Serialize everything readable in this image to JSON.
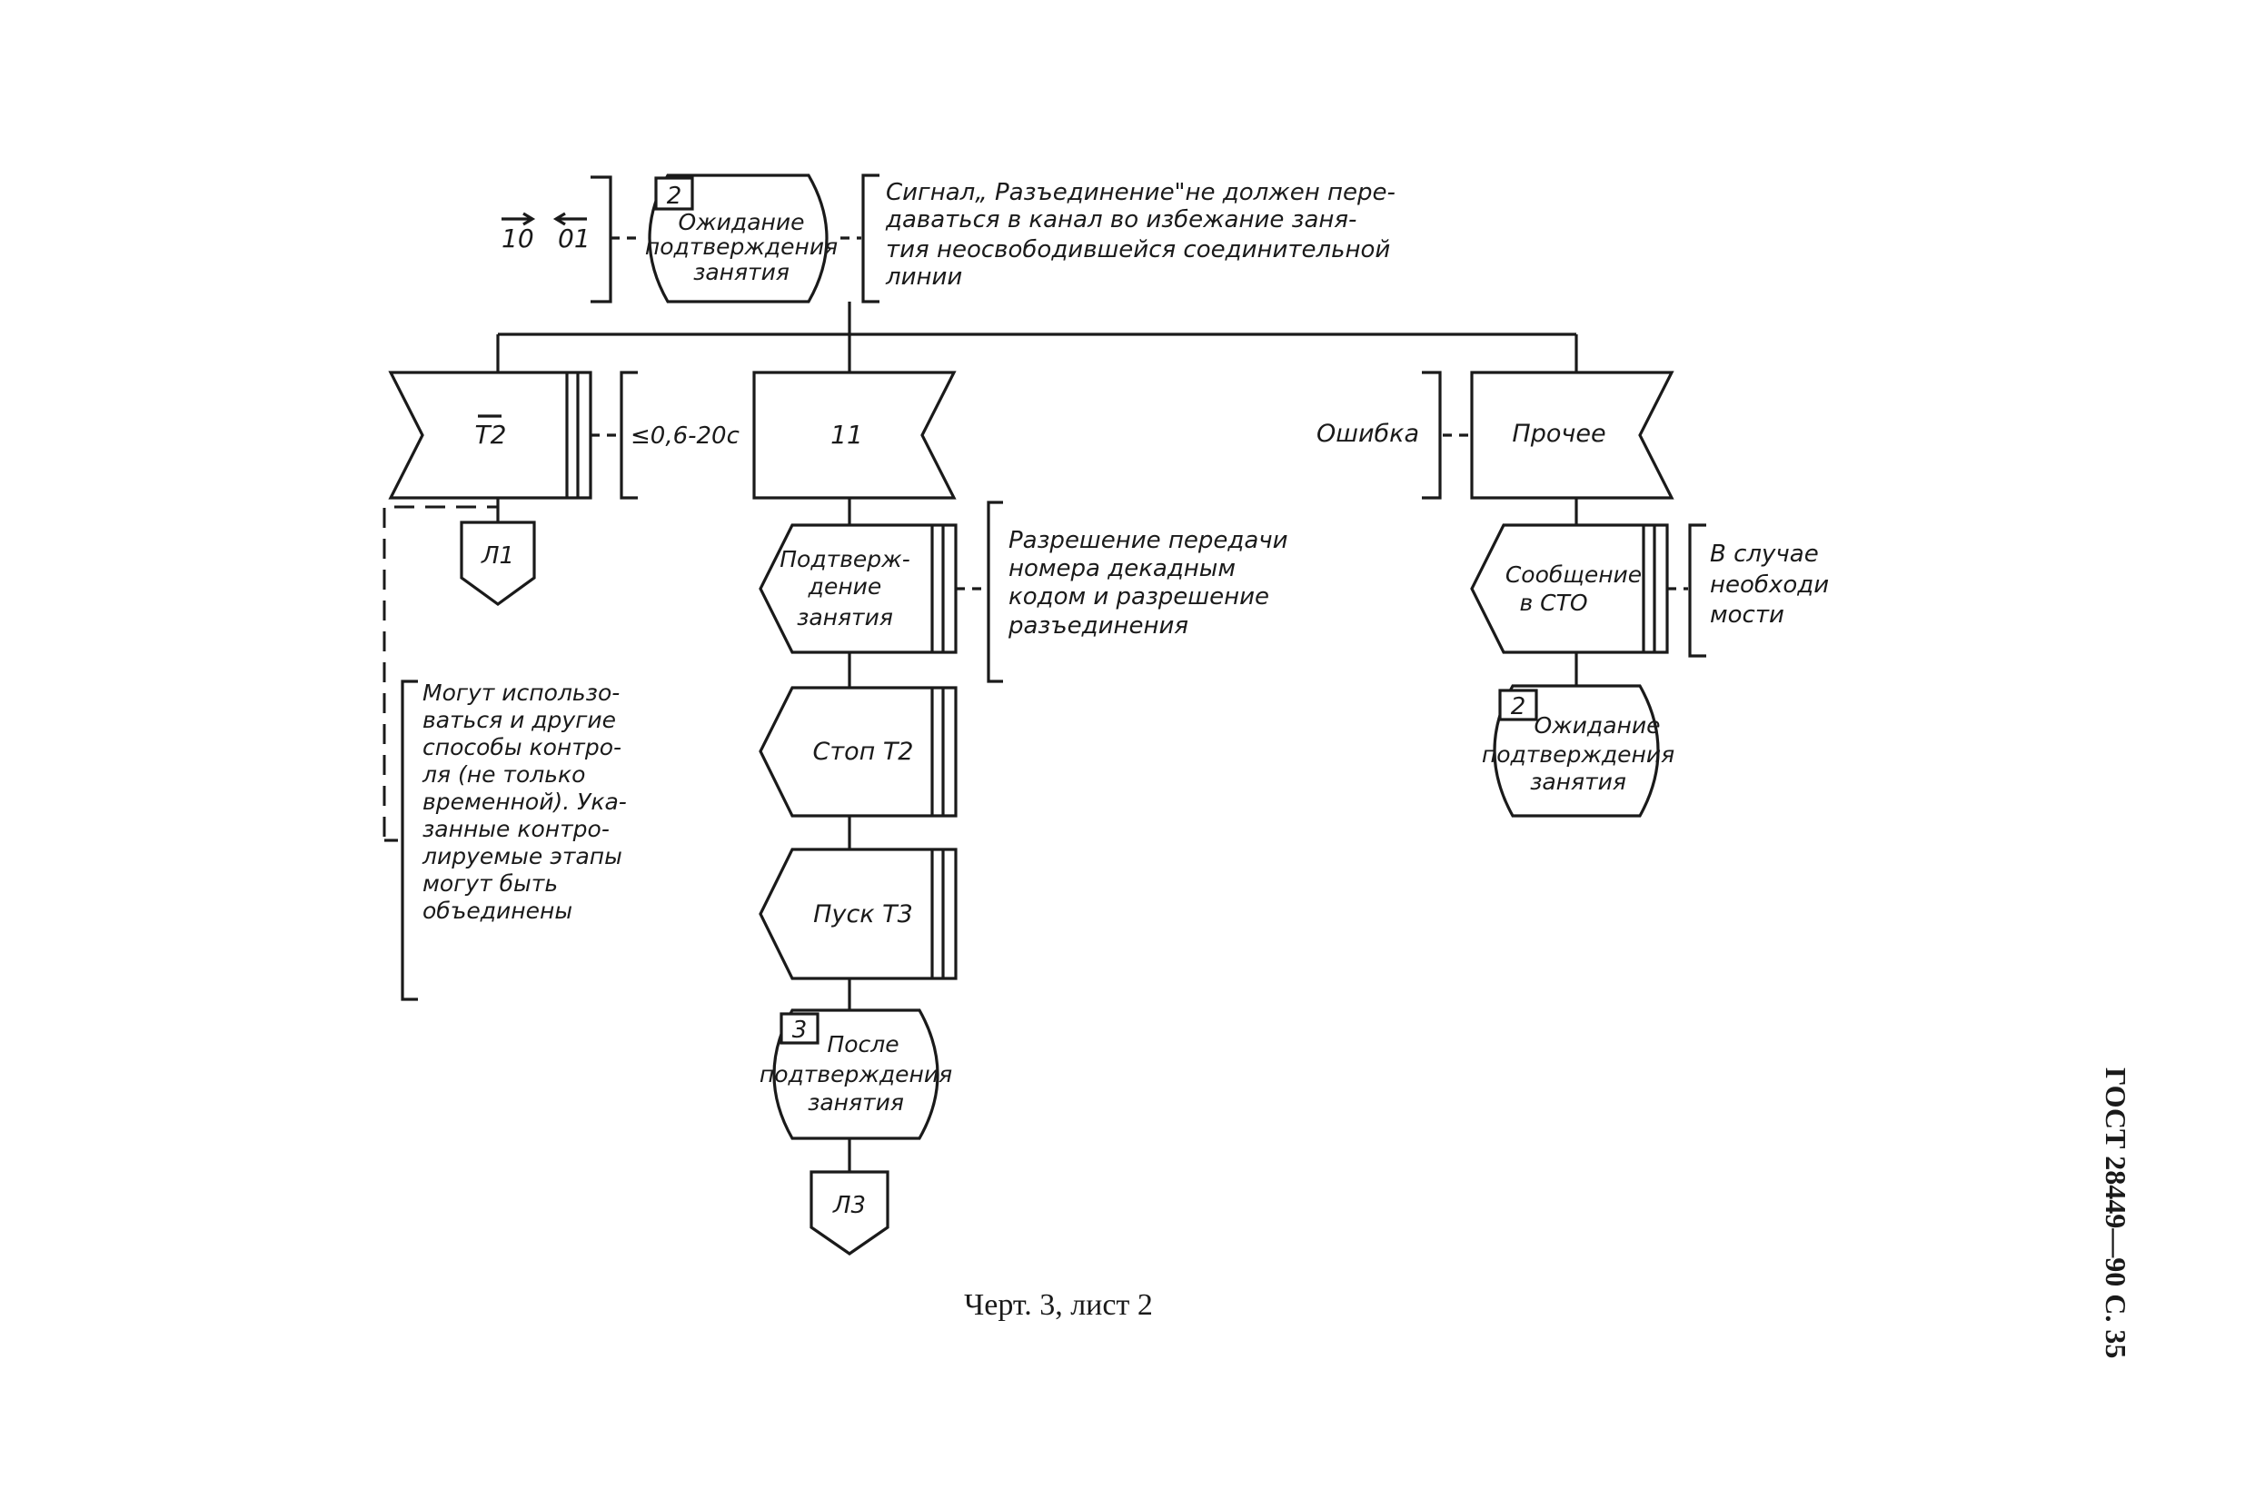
{
  "signals": {
    "arrow_10": "10",
    "arrow_01": "01"
  },
  "top_state": {
    "number": "2",
    "lines": [
      "Ожидание",
      "подтверждения",
      "занятия"
    ]
  },
  "top_note": {
    "lines": [
      "Сигнал„ Разъединение\"не должен пере-",
      "даваться в канал во избежание заня-",
      "тия неосвободившейся соединительной",
      "линии"
    ]
  },
  "left_branch": {
    "timer": "T2",
    "timer_note": "≤0,6-20с",
    "connector": "Л1",
    "note": {
      "lines": [
        "Могут использо-",
        "ваться и другие",
        "способы контро-",
        "ля (не только",
        "временной). Ука-",
        "занные контро-",
        "лируемые этапы",
        "могут быть",
        "объединены"
      ]
    }
  },
  "center_branch": {
    "input": "11",
    "output_1": [
      "Подтверж-",
      "дение",
      "занятия"
    ],
    "output_1_note": [
      "Разрешение передачи",
      "номера декадным",
      "кодом и разрешение",
      "разъединения"
    ],
    "output_2": "Стоп T2",
    "output_3": "Пуск T3",
    "state": {
      "number": "3",
      "lines": [
        "После",
        "подтверждения",
        "занятия"
      ]
    },
    "connector": "Л3"
  },
  "right_branch": {
    "input": "Прочее",
    "input_note": "Ошибка",
    "output": [
      "Сообщение",
      "в СТО"
    ],
    "output_note": [
      "В случае",
      "необходи",
      "мости"
    ],
    "state": {
      "number": "2",
      "lines": [
        "Ожидание",
        "подтверждения",
        "занятия"
      ]
    }
  },
  "caption": "Черт. 3, лист 2",
  "side_label": "ГОСТ 28449—90 С. 35"
}
